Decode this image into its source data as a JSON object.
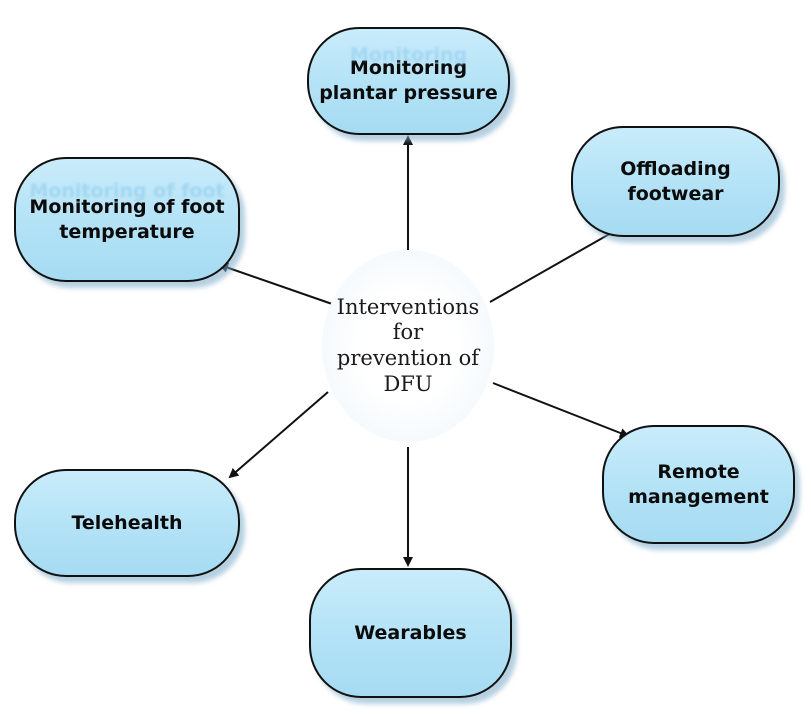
{
  "center": {
    "label": "Interventions\nfor\nprevention of\nDFU"
  },
  "nodes": {
    "plantar_pressure": {
      "line1": "Monitoring",
      "line2": "plantar pressure"
    },
    "offloading": {
      "line1": "Offloading",
      "line2": "footwear"
    },
    "foot_temperature": {
      "line1": "Monitoring of foot",
      "line2": "temperature"
    },
    "remote_management": {
      "line1": "Remote",
      "line2": "management"
    },
    "telehealth": {
      "line1": "Telehealth"
    },
    "wearables": {
      "line1": "Wearables"
    }
  },
  "colors": {
    "node_fill": "#b3e2f6",
    "node_border": "#111111",
    "arrow": "#111111"
  }
}
